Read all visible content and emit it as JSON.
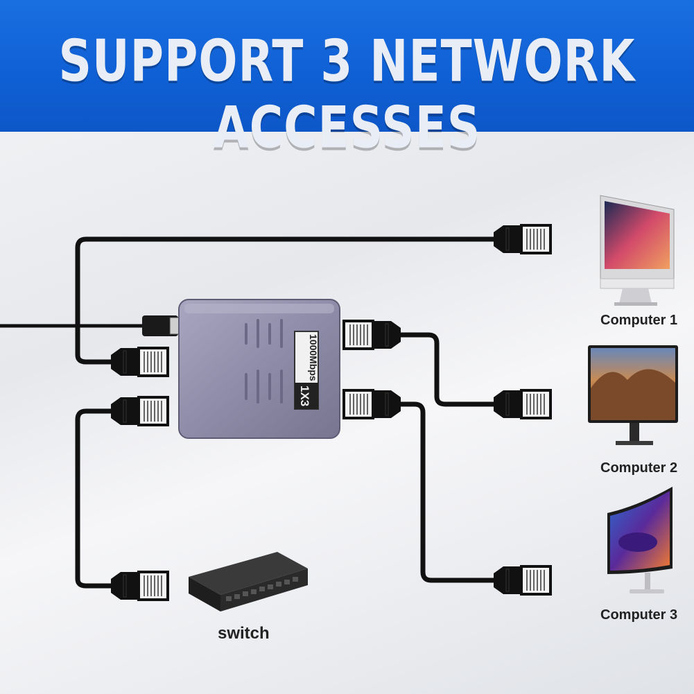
{
  "banner": {
    "title": "SUPPORT 3 NETWORK ACCESSES",
    "color": "#1466dc"
  },
  "device": {
    "speed_label": "1000Mbps",
    "ratio_label": "1X3",
    "color": "#8e8ca8"
  },
  "labels": {
    "computer1": "Computer 1",
    "computer2": "Computer 2",
    "computer3": "Computer 3",
    "switch": "switch"
  },
  "icons": [
    "rj45-connector-icon",
    "monitor-icon",
    "network-switch-icon",
    "usb-plug-icon"
  ]
}
